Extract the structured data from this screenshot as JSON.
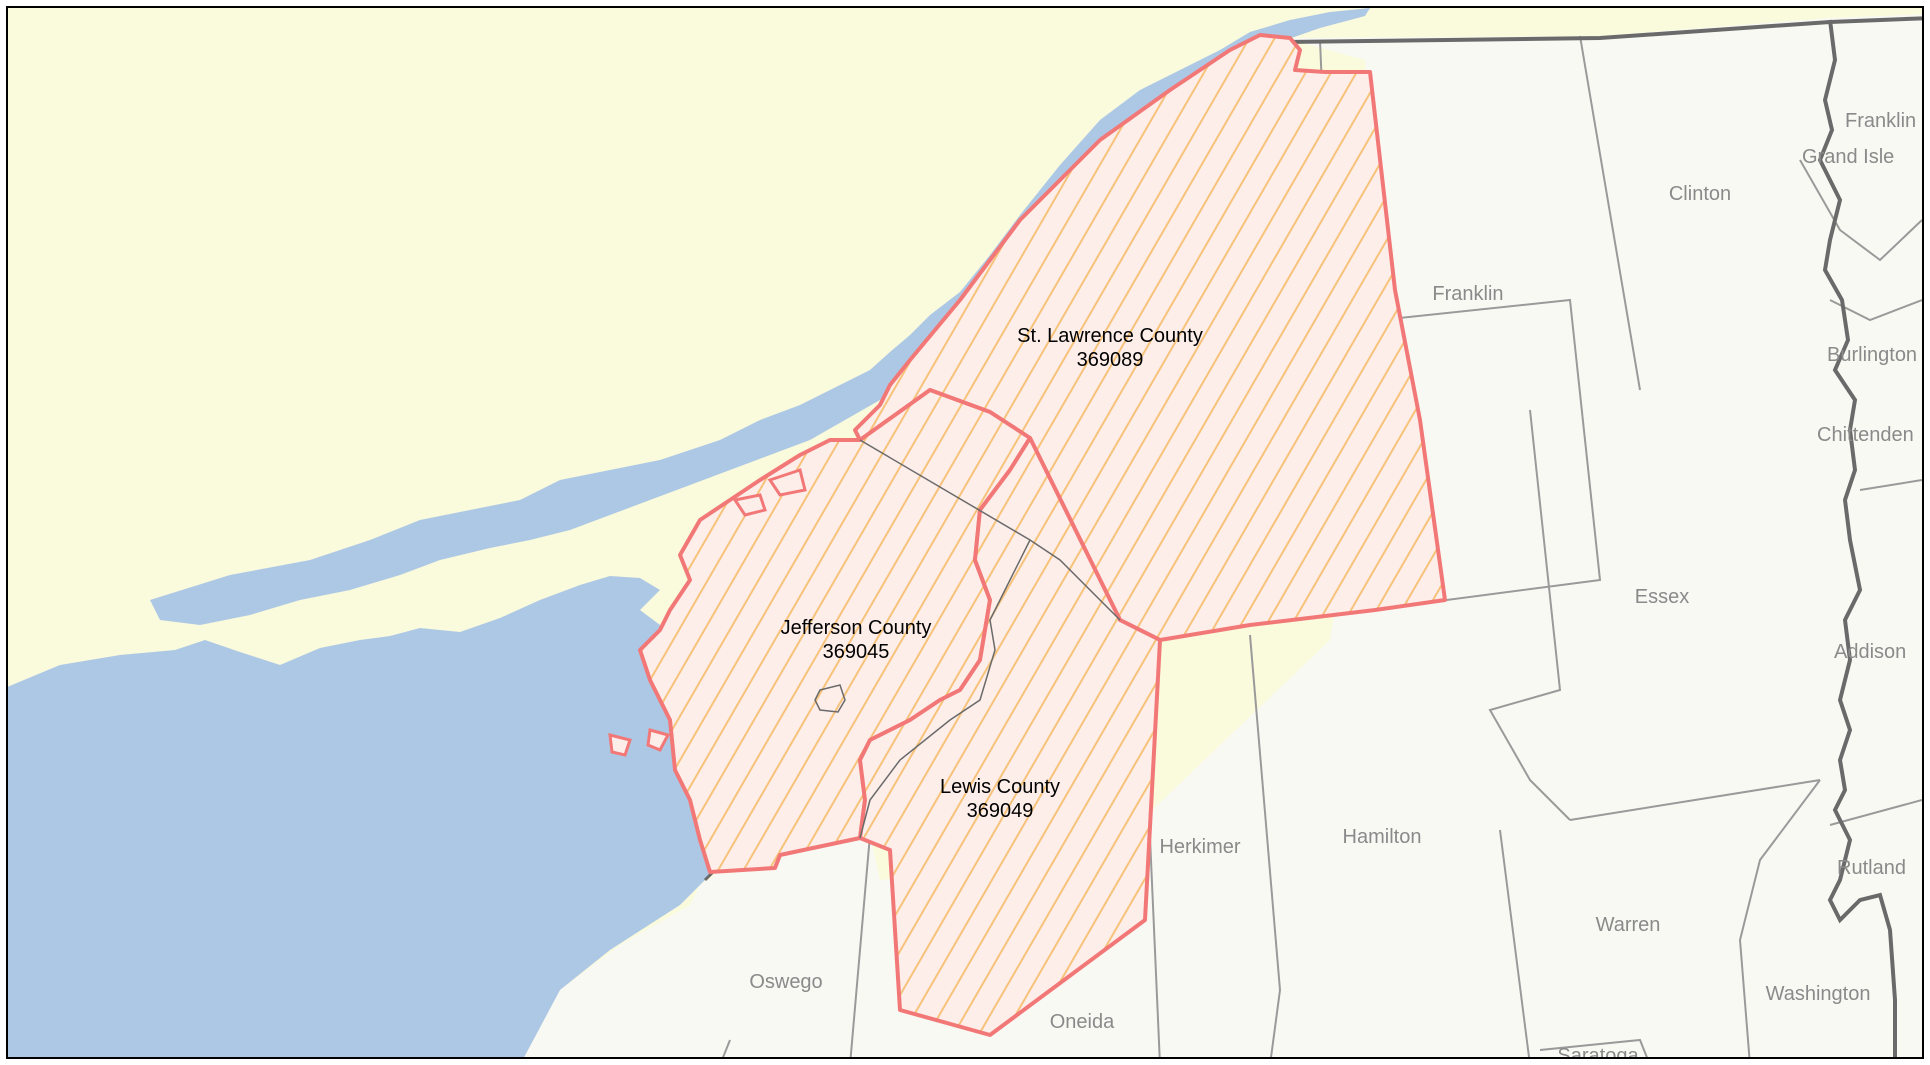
{
  "colors": {
    "canada": "#fafadc",
    "water": "#adc8e5",
    "land": "#f9f9f4",
    "county_border": "#9a9a9a",
    "state_border": "#6a6a6a",
    "highlight_outline": "#f27878",
    "highlight_fill": "#fdeeea",
    "hatch": "#f7c27a"
  },
  "highlighted_counties": [
    {
      "name": "St. Lawrence County",
      "code": "369089"
    },
    {
      "name": "Jefferson County",
      "code": "369045"
    },
    {
      "name": "Lewis County",
      "code": "369049"
    }
  ],
  "other_counties": [
    "Franklin",
    "Clinton",
    "Essex",
    "Hamilton",
    "Herkimer",
    "Oswego",
    "Oneida",
    "Warren",
    "Washington",
    "Saratoga",
    "Franklin",
    "Grand Isle",
    "Burlington",
    "Chittenden",
    "Addison",
    "Rutland"
  ]
}
